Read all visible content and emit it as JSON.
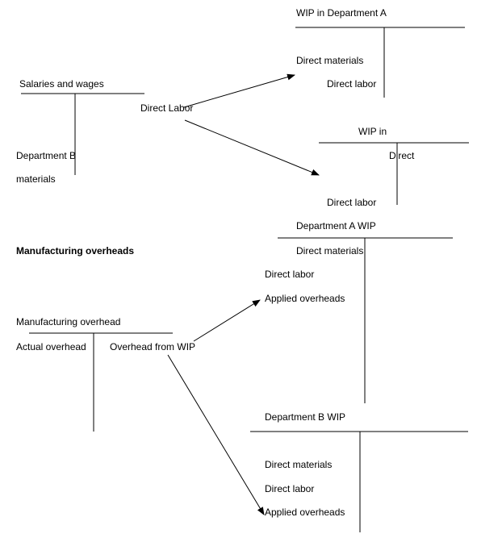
{
  "colors": {
    "ink": "#000000",
    "background": "#ffffff"
  },
  "accounts": {
    "wip_dept_a_top": {
      "title": "WIP in Department A",
      "debit_items": [
        "Direct materials",
        "Direct labor"
      ]
    },
    "salaries_and_wages": {
      "title": "Salaries and wages",
      "credit_items": [
        "Direct Labor"
      ]
    },
    "wip_in": {
      "title": "WIP in",
      "credit_partial": "Direct",
      "debit_items": [
        "Direct labor"
      ]
    },
    "department_b_fragment": {
      "lines": [
        "Department B",
        "materials"
      ]
    },
    "section_heading": "Manufacturing overheads",
    "department_a_wip": {
      "title": "Department A WIP",
      "items": [
        "Direct materials",
        "Direct labor",
        "Applied overheads"
      ]
    },
    "manufacturing_overhead": {
      "title": "Manufacturing overhead",
      "debit_items": [
        "Actual overhead"
      ],
      "credit_items": [
        "Overhead from WIP"
      ]
    },
    "department_b_wip": {
      "title": "Department B WIP",
      "debit_items": [
        "Direct materials",
        "Direct labor",
        "Applied overheads"
      ]
    }
  }
}
